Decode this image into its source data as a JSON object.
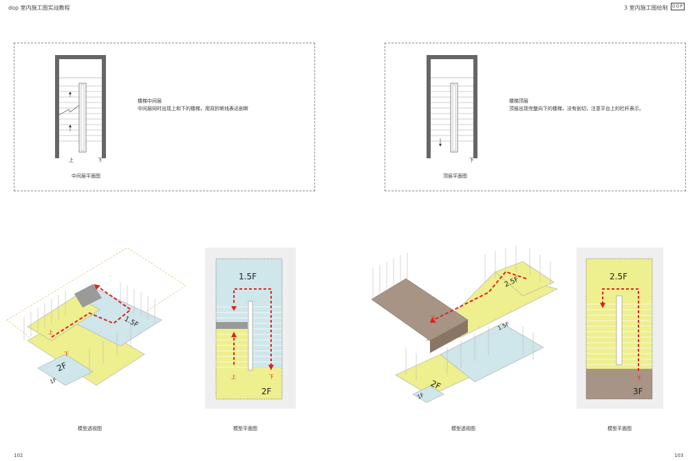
{
  "header": {
    "left_title": "dop 室内施工图实战教程",
    "right_title": "3 室内施工图绘制",
    "logo": "DOP"
  },
  "panel_left": {
    "note_title": "楼梯中间层",
    "note_text": "中间层同时出现上和下的楼梯，用双折断线表达剖断",
    "caption": "中间层平面图",
    "up_label": "上",
    "down_label": "下"
  },
  "panel_right": {
    "note_title": "楼梯顶层",
    "note_text": "顶层出现完整向下的楼梯，没有剖切，注意平台上的栏杆表示。",
    "caption": "顶层平面图",
    "down_label": "下"
  },
  "models": {
    "persp_left": {
      "caption": "模型透视图",
      "labels": [
        "2F",
        "1.5F",
        "上",
        "下",
        "1F"
      ]
    },
    "plan_left": {
      "caption": "模型平面图",
      "level_top": "1.5F",
      "level_bottom": "2F",
      "up_label": "上",
      "down_label": "下"
    },
    "persp_right": {
      "caption": "模型透视图",
      "labels": [
        "2.5F",
        "1.5F",
        "2F",
        "下",
        "1F"
      ]
    },
    "plan_right": {
      "caption": "模型平面图",
      "level_top": "2.5F",
      "level_bottom": "3F",
      "down_label": "下"
    }
  },
  "page_numbers": {
    "left": "102",
    "right": "103"
  },
  "colors": {
    "yellow": "#eeef8e",
    "blue": "#cfe6ea",
    "brown": "#a89484",
    "red": "#e02020"
  }
}
